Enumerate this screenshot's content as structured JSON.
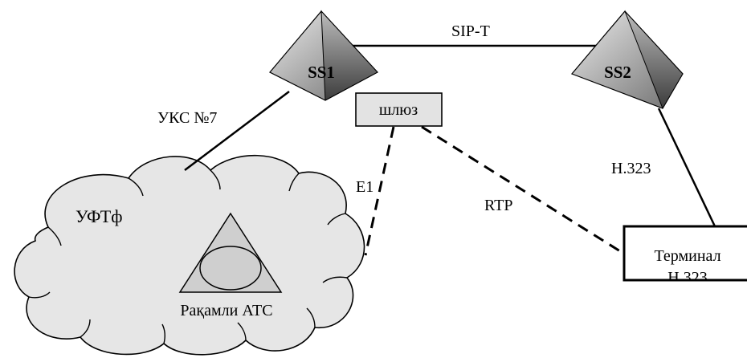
{
  "diagram": {
    "nodes": {
      "ss1": {
        "label": "SS1"
      },
      "ss2": {
        "label": "SS2"
      },
      "gateway": {
        "label": "шлюз"
      },
      "network": {
        "label": "УФТф"
      },
      "digital_exchange": {
        "label": "Рақамли АТС"
      },
      "terminal": {
        "line1": "Терминал",
        "line2": "Н.323"
      }
    },
    "links": {
      "ss1_ss2": {
        "label": "SIP-T"
      },
      "ss1_network": {
        "label": "УКС №7"
      },
      "ss2_terminal": {
        "label": "Н.323"
      },
      "gateway_network": {
        "label": "E1"
      },
      "gateway_terminal": {
        "label": "RTP"
      }
    }
  },
  "colors": {
    "pyramid_light": "#ebebeb",
    "pyramid_dark": "#6e6e6e",
    "cloud_fill": "#e6e6e6",
    "gateway_fill": "#e3e3e3",
    "line": "#000000",
    "background": "#ffffff"
  }
}
